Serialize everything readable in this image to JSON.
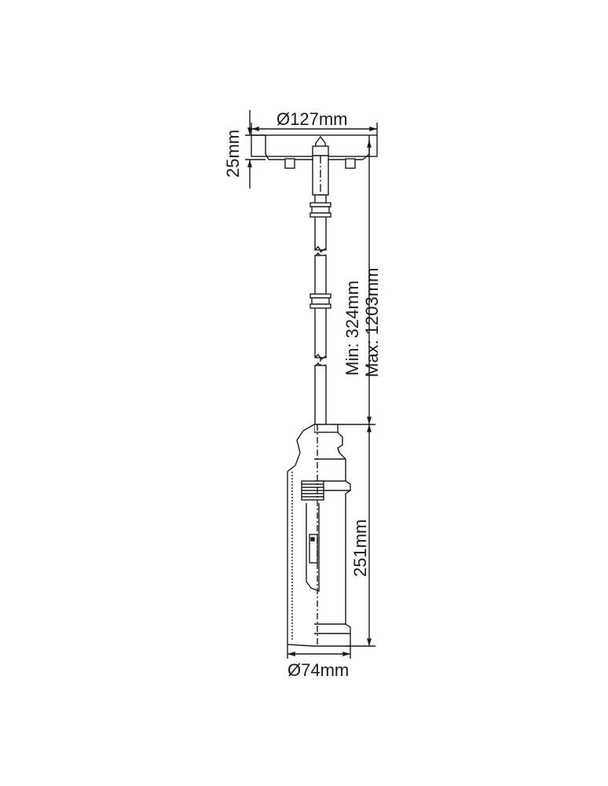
{
  "drawing": {
    "subject": "pendant light technical drawing",
    "line_color": "#1a1a1a",
    "background": "#ffffff",
    "dimensions": {
      "canopy_diameter": "Ø127mm",
      "canopy_height": "25mm",
      "drop_min": "Min: 324mm",
      "drop_max": "Max: 1203mm",
      "shade_height": "251mm",
      "shade_diameter": "Ø74mm"
    }
  }
}
